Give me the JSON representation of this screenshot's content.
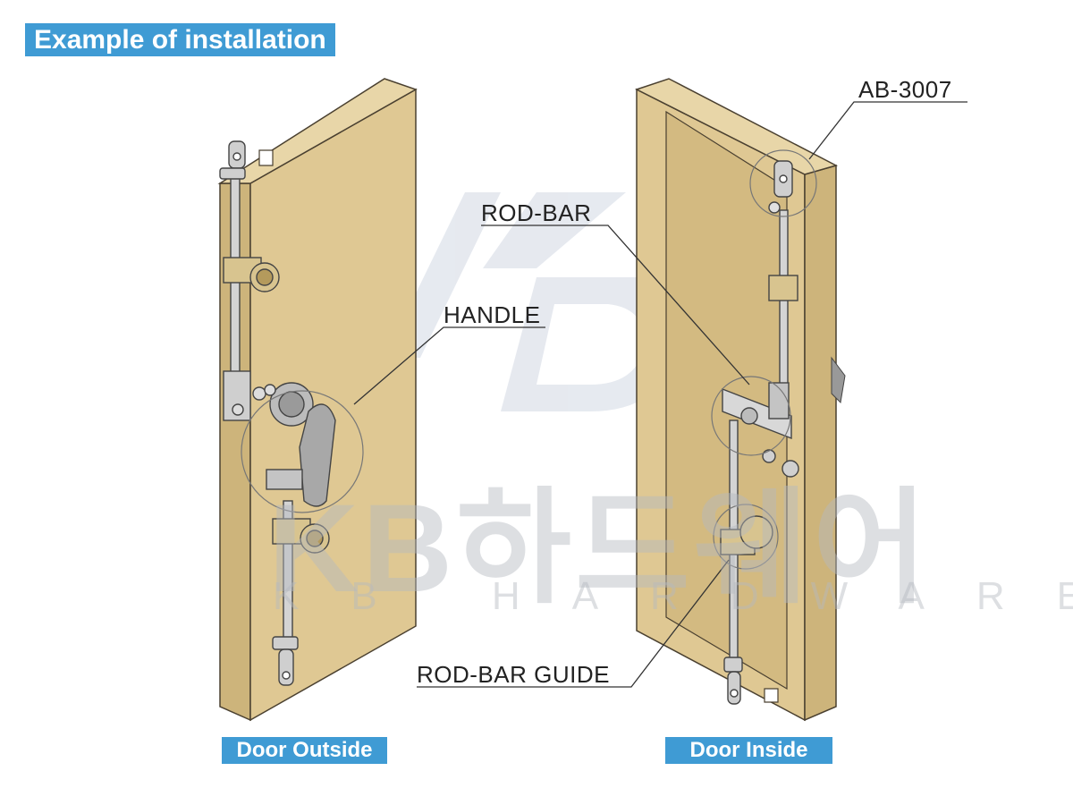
{
  "header": {
    "title": "Example of installation"
  },
  "labels": {
    "ab_3007": "AB-3007",
    "rod_bar": "ROD-BAR",
    "handle": "HANDLE",
    "rod_bar_guide": "ROD-BAR GUIDE"
  },
  "captions": {
    "door_outside": "Door Outside",
    "door_inside": "Door Inside"
  },
  "watermark": {
    "korean": "KB하드웨어",
    "english": "KB HARDWARE"
  },
  "colors": {
    "accent": "#3f9bd4",
    "door": "#dfc893",
    "door_shadow": "#cdb47b",
    "metal": "#c8c8c8"
  }
}
